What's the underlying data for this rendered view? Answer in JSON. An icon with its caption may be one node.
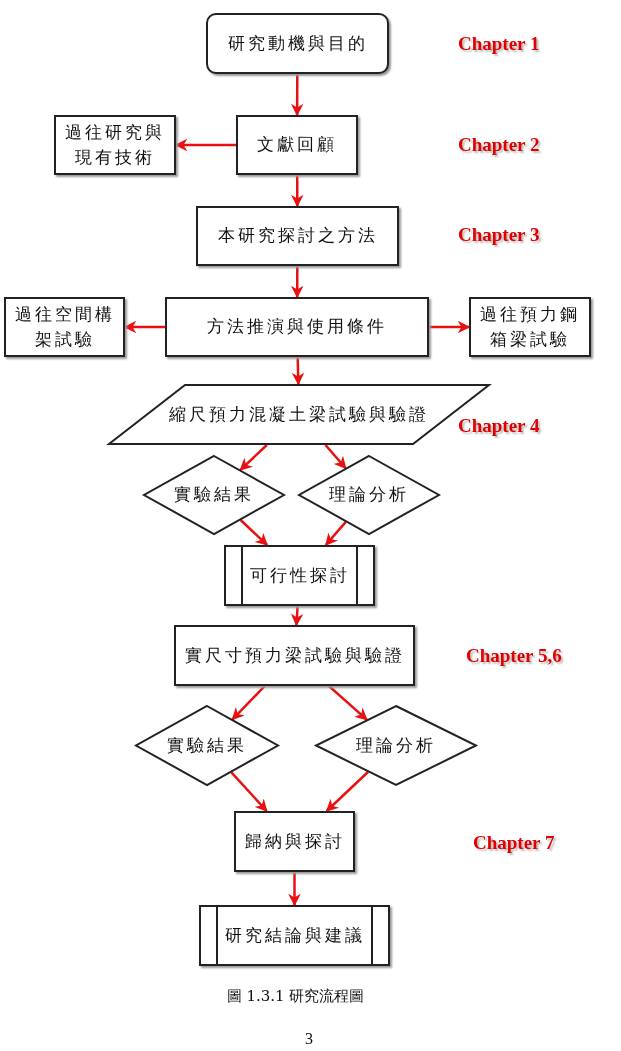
{
  "diagram": {
    "caption": "圖 1.3.1 研究流程圖",
    "nodes": [
      {
        "text": [
          "研究動機與目的"
        ]
      },
      {
        "text": [
          "過往研究與現有技術"
        ]
      },
      {
        "text": [
          "文獻回顧"
        ]
      },
      {
        "text": [
          "本研究探討之方法"
        ]
      },
      {
        "text": [
          "過往空間構架試驗"
        ]
      },
      {
        "text": [
          "方法推演與使用條件"
        ]
      },
      {
        "text": [
          "過往預力鋼箱梁試驗"
        ]
      },
      {
        "text": [
          "縮尺預力混凝土梁試驗與驗證"
        ]
      },
      {
        "text": [
          "實驗結果"
        ]
      },
      {
        "text": [
          "理論分析"
        ]
      },
      {
        "text": [
          "可行性探討"
        ]
      },
      {
        "text": [
          "實尺寸預力梁試驗與驗證"
        ]
      },
      {
        "text": [
          "實驗結果"
        ]
      },
      {
        "text": [
          "理論分析"
        ]
      },
      {
        "text": [
          "歸納與探討"
        ]
      },
      {
        "text": [
          "研究結論與建議"
        ]
      }
    ],
    "edges": [
      {
        "from": 0,
        "to": 2,
        "arrow": "to"
      },
      {
        "from": 2,
        "to": 1,
        "arrow": "to"
      },
      {
        "from": 2,
        "to": 3,
        "arrow": "to"
      },
      {
        "from": 3,
        "to": 5,
        "arrow": "to"
      },
      {
        "from": 5,
        "to": 4,
        "arrow": "to"
      },
      {
        "from": 5,
        "to": 6,
        "arrow": "to"
      },
      {
        "from": 5,
        "to": 7,
        "arrow": "to"
      },
      {
        "from": 7,
        "to": 8,
        "arrow": "to"
      },
      {
        "from": 7,
        "to": 9,
        "arrow": "to"
      },
      {
        "from": 8,
        "to": 10,
        "arrow": "to"
      },
      {
        "from": 9,
        "to": 10,
        "arrow": "to"
      },
      {
        "from": 10,
        "to": 11,
        "arrow": "to"
      },
      {
        "from": 11,
        "to": 12,
        "arrow": "to"
      },
      {
        "from": 11,
        "to": 13,
        "arrow": "to"
      },
      {
        "from": 12,
        "to": 14,
        "arrow": "to"
      },
      {
        "from": 13,
        "to": 14,
        "arrow": "to"
      },
      {
        "from": 14,
        "to": 15,
        "arrow": "to"
      }
    ],
    "labels": [
      "Chapter 1",
      "Chapter 2",
      "Chapter 3",
      "Chapter 4",
      "Chapter 5,6",
      "Chapter 7",
      "3"
    ]
  }
}
